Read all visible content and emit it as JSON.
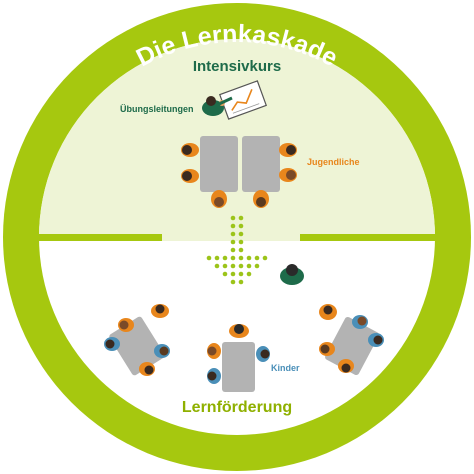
{
  "heading": "Die Lernkaskade",
  "sections": {
    "top_title": "Intensivkurs",
    "bottom_title": "Lernförderung"
  },
  "labels": {
    "instructors": "Übungsleitungen",
    "teens": "Jugendliche",
    "kids": "Kinder"
  },
  "colors": {
    "ring": "#a6c80f",
    "top_fill": "#eef4d6",
    "bottom_fill": "#ffffff",
    "dark_green": "#1e6b4a",
    "orange": "#e8861c",
    "blue": "#4a8fb8",
    "table": "#b3b3b3",
    "arrow": "#9cc41a"
  },
  "icons": [
    "presentation-board-icon",
    "arrow-down-icon"
  ]
}
